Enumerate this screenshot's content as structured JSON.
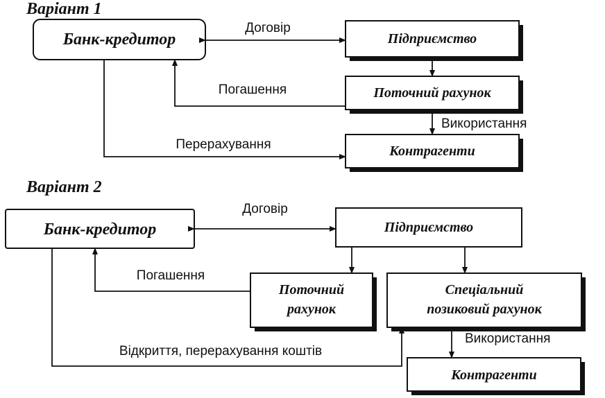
{
  "variant1": {
    "title": "Варіант 1",
    "bank": "Банк-кредитор",
    "enterprise": "Підприємство",
    "current_account": "Поточний рахунок",
    "counterparties": "Контрагенти",
    "label_contract": "Договір",
    "label_repayment": "Погашення",
    "label_usage": "Використання",
    "label_transfer": "Перерахування"
  },
  "variant2": {
    "title": "Варіант 2",
    "bank": "Банк-кредитор",
    "enterprise": "Підприємство",
    "current_account_line1": "Поточний",
    "current_account_line2": "рахунок",
    "special_account_line1": "Спеціальний",
    "special_account_line2": "позиковий рахунок",
    "counterparties": "Контрагенти",
    "label_contract": "Договір",
    "label_repayment": "Погашення",
    "label_usage": "Використання",
    "label_opening": "Відкриття, перерахування коштів"
  }
}
